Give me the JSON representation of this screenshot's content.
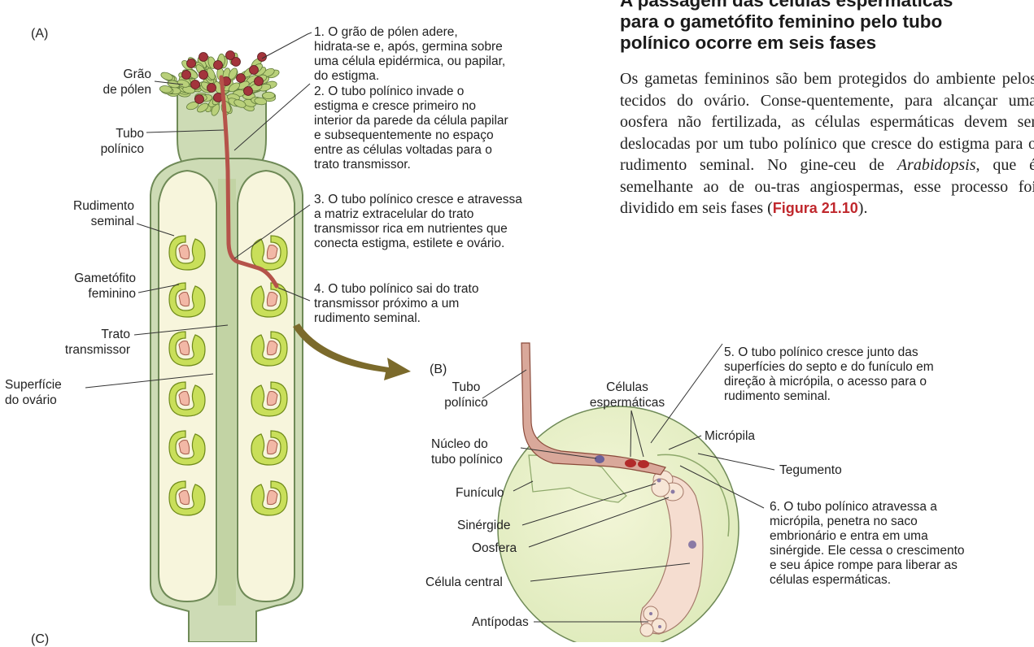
{
  "heading": "A passagem das células espermáticas\npara o gametófito feminino pelo tubo\npolínico ocorre em seis fases",
  "body": {
    "before": "Os gametas femininos são bem protegidos do ambiente pelos tecidos do ovário. Conse-quentemente, para alcançar uma oosfera não fertilizada, as células espermáticas devem ser deslocadas por um tubo polínico que cresce do estigma para o rudimento seminal. No gine-ceu de ",
    "italic": "Arabidopsis",
    "middle": ", que é semelhante ao de ou-tras angiospermas, esse processo foi dividido em seis fases (",
    "figure_ref": "Figura 21.10",
    "after": ")."
  },
  "panels": {
    "a": "(A)",
    "b": "(B)",
    "c": "(C)"
  },
  "labels_a": {
    "grao": "Grão\nde pólen",
    "tubo": "Tubo\npolínico",
    "rudimento": "Rudimento\nseminal",
    "gametofito": "Gametófito\nfeminino",
    "trato": "Trato\ntransmissor",
    "superficie": "Superfície\ndo ovário"
  },
  "steps_a": [
    "1. O grão de pólen adere,\nhidrata-se e, após, germina sobre\numa célula epidérmica, ou papilar,\ndo estigma.",
    "2. O tubo polínico invade o\nestigma e cresce primeiro no\ninterior da parede da célula papilar\ne subsequentemente no espaço\nentre as células voltadas para o\ntrato transmissor.",
    "3. O tubo polínico cresce e atravessa\na matriz extracelular do trato\ntransmissor rica em nutrientes que\nconecta estigma, estilete e ovário.",
    "4. O tubo polínico sai do trato\ntransmissor próximo a um\nrudimento seminal."
  ],
  "labels_b": {
    "tubo": "Tubo\npolínico",
    "celulas": "Células\nespermáticas",
    "nucleo": "Núcleo do\ntubo polínico",
    "funiculo": "Funículo",
    "sinergide": "Sinérgide",
    "oosfera": "Oosfera",
    "celula_central": "Célula central",
    "antipodas": "Antípodas",
    "micropila": "Micrópila",
    "tegumento": "Tegumento"
  },
  "steps_b": [
    "5. O tubo polínico cresce junto das\nsuperfícies do septo e do funículo em\ndireção à micrópila, o acesso para o\nrudimento seminal.",
    "6. O tubo polínico atravessa a\nmicrópila, penetra no saco\nembrionário e entra em uma\nsinérgide. Ele cessa o crescimento\ne seu ápice rompe para liberar as\ncélulas espermáticas."
  ],
  "colors": {
    "gynoecium": "#cddbb5",
    "locule": "#f7f5dc",
    "ovule": "#c9df5a",
    "pollen": "#b9d07a",
    "pollen_grain": "#a3343c",
    "tube": "#b5534a",
    "embryo_sac": "#f5ddd0",
    "arrow": "#7b6a2b",
    "figure_ref": "#c0282d"
  }
}
